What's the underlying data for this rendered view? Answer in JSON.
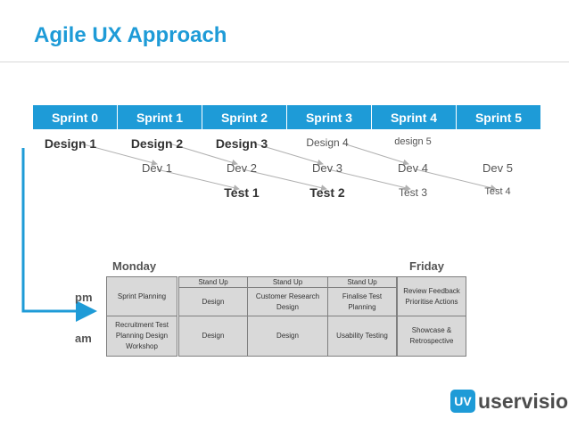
{
  "title": "Agile UX Approach",
  "sprints": [
    "Sprint 0",
    "Sprint 1",
    "Sprint 2",
    "Sprint 3",
    "Sprint 4",
    "Sprint 5"
  ],
  "design_row": [
    "Design 1",
    "Design 2",
    "Design 3",
    "Design 4",
    "design 5"
  ],
  "dev_row": [
    "Dev 1",
    "Dev 2",
    "Dev 3",
    "Dev 4",
    "Dev 5"
  ],
  "test_row": [
    "Test 1",
    "Test 2",
    "Test 3",
    "Test 4"
  ],
  "week": {
    "monday": "Monday",
    "friday": "Friday",
    "pm": "pm",
    "am": "am",
    "stand_up": [
      "Stand Up",
      "Stand Up",
      "Stand Up"
    ],
    "pm_row": [
      "Sprint Planning",
      "Design",
      "Customer Research Design",
      "Finalise Test Planning",
      "Review Feedback Prioritise Actions"
    ],
    "am_row": [
      "Recruitment Test Planning Design Workshop",
      "Design",
      "Design",
      "Usability Testing",
      "Showcase & Retrospective"
    ]
  },
  "logo": {
    "mark": "UV",
    "text": "uservision"
  },
  "colors": {
    "accent": "#1e9bd7",
    "cell_fill": "#d9d9d9",
    "arrow": "#b0b0b0"
  }
}
